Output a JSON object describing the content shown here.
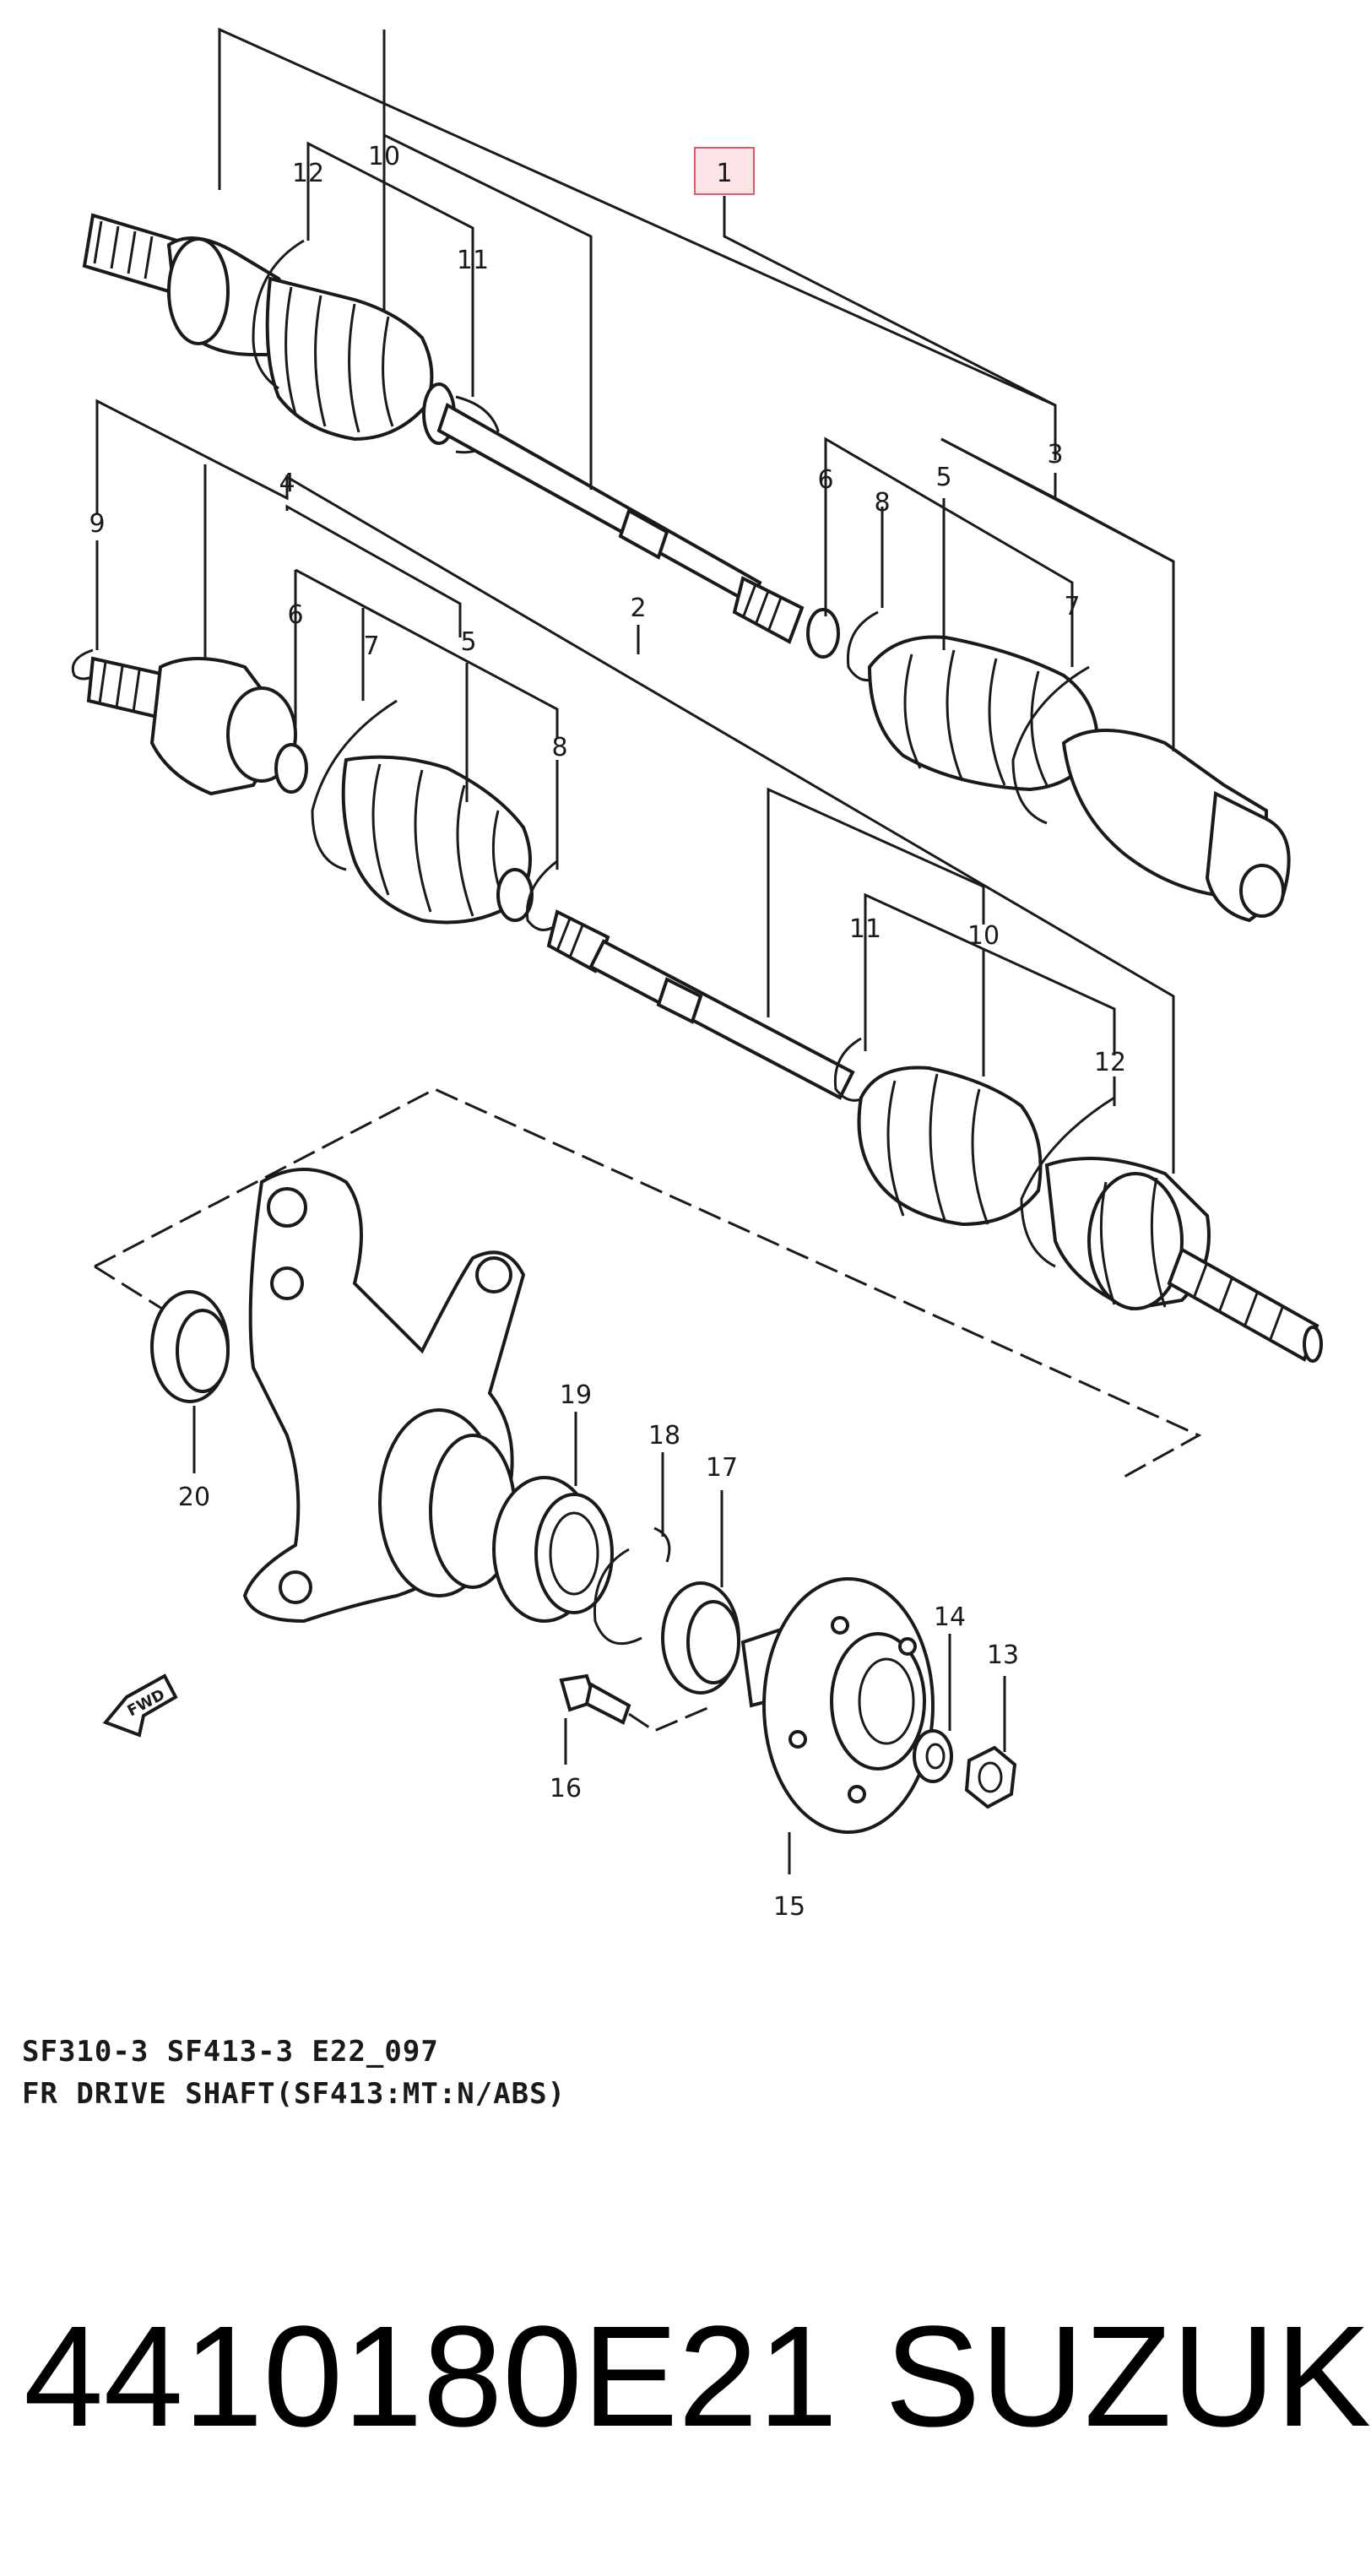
{
  "callouts": {
    "c1": "1",
    "c2": "2",
    "c3": "3",
    "c4": "4",
    "c5a": "5",
    "c5b": "5",
    "c6a": "6",
    "c6b": "6",
    "c7a": "7",
    "c7b": "7",
    "c8a": "8",
    "c8b": "8",
    "c9": "9",
    "c10a": "10",
    "c10b": "10",
    "c11a": "11",
    "c11b": "11",
    "c12a": "12",
    "c12b": "12",
    "c13": "13",
    "c14": "14",
    "c15": "15",
    "c16": "16",
    "c17": "17",
    "c18": "18",
    "c19": "19",
    "c20": "20"
  },
  "fwd_label": "FWD",
  "caption": {
    "code": "SF310-3 SF413-3 E22_097",
    "title": "FR DRIVE SHAFT(SF413:MT:N/ABS)"
  },
  "part_number": "4410180E21",
  "brand": "SUZUKI",
  "colors": {
    "ink": "#1a1a1a",
    "highlight_box": "#e05a6a",
    "highlight_fill": "#fbe3e6"
  }
}
